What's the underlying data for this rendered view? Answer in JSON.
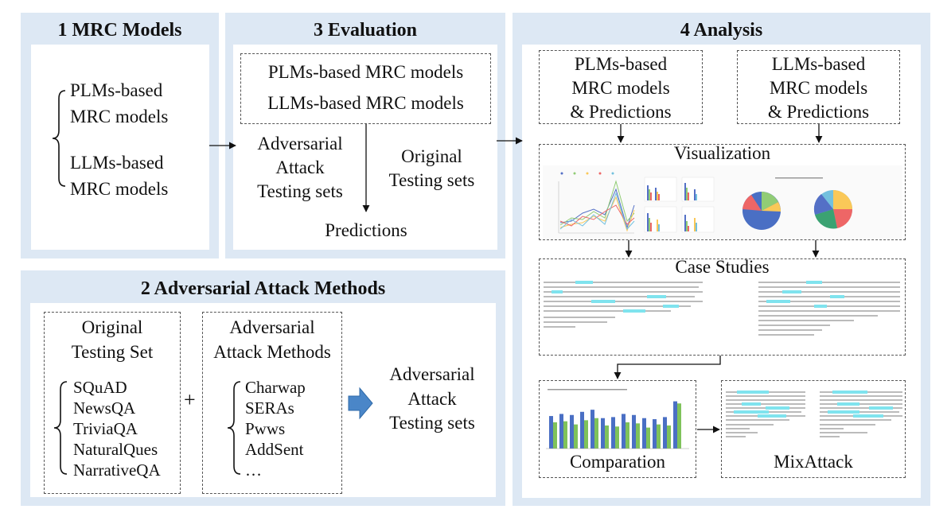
{
  "panel1": {
    "title": "1 MRC Models",
    "item1_line1": "PLMs-based",
    "item1_line2": "MRC models",
    "item2_line1": "LLMs-based",
    "item2_line2": "MRC models"
  },
  "panel3": {
    "title": "3 Evaluation",
    "models_line1": "PLMs-based MRC models",
    "models_line2": "LLMs-based MRC models",
    "adv_line1": "Adversarial",
    "adv_line2": "Attack",
    "adv_line3": "Testing sets",
    "orig_line1": "Original",
    "orig_line2": "Testing sets",
    "predictions": "Predictions"
  },
  "panel2": {
    "title": "2 Adversarial Attack Methods",
    "orig_line1": "Original",
    "orig_line2": "Testing Set",
    "datasets": [
      "SQuAD",
      "NewsQA",
      "TriviaQA",
      "NaturalQues",
      "NarrativeQA"
    ],
    "plus": "+",
    "methods_line1": "Adversarial",
    "methods_line2": "Attack Methods",
    "methods": [
      "Charwap",
      "SERAs",
      "Pwws",
      "AddSent",
      "…"
    ],
    "result_line1": "Adversarial",
    "result_line2": "Attack",
    "result_line3": "Testing sets"
  },
  "panel4": {
    "title": "4 Analysis",
    "plm_line1": "PLMs-based",
    "plm_line2": "MRC models",
    "plm_line3": "& Predictions",
    "llm_line1": "LLMs-based",
    "llm_line2": "MRC models",
    "llm_line3": "& Predictions",
    "visualization": "Visualization",
    "case_studies": "Case Studies",
    "comparation": "Comparation",
    "mixattack": "MixAttack"
  },
  "colors": {
    "panel_bg": "#dde8f4",
    "arrow_fill": "#4a86c8",
    "bar_blue": "#4a6fc4",
    "bar_green": "#7fc25a"
  }
}
